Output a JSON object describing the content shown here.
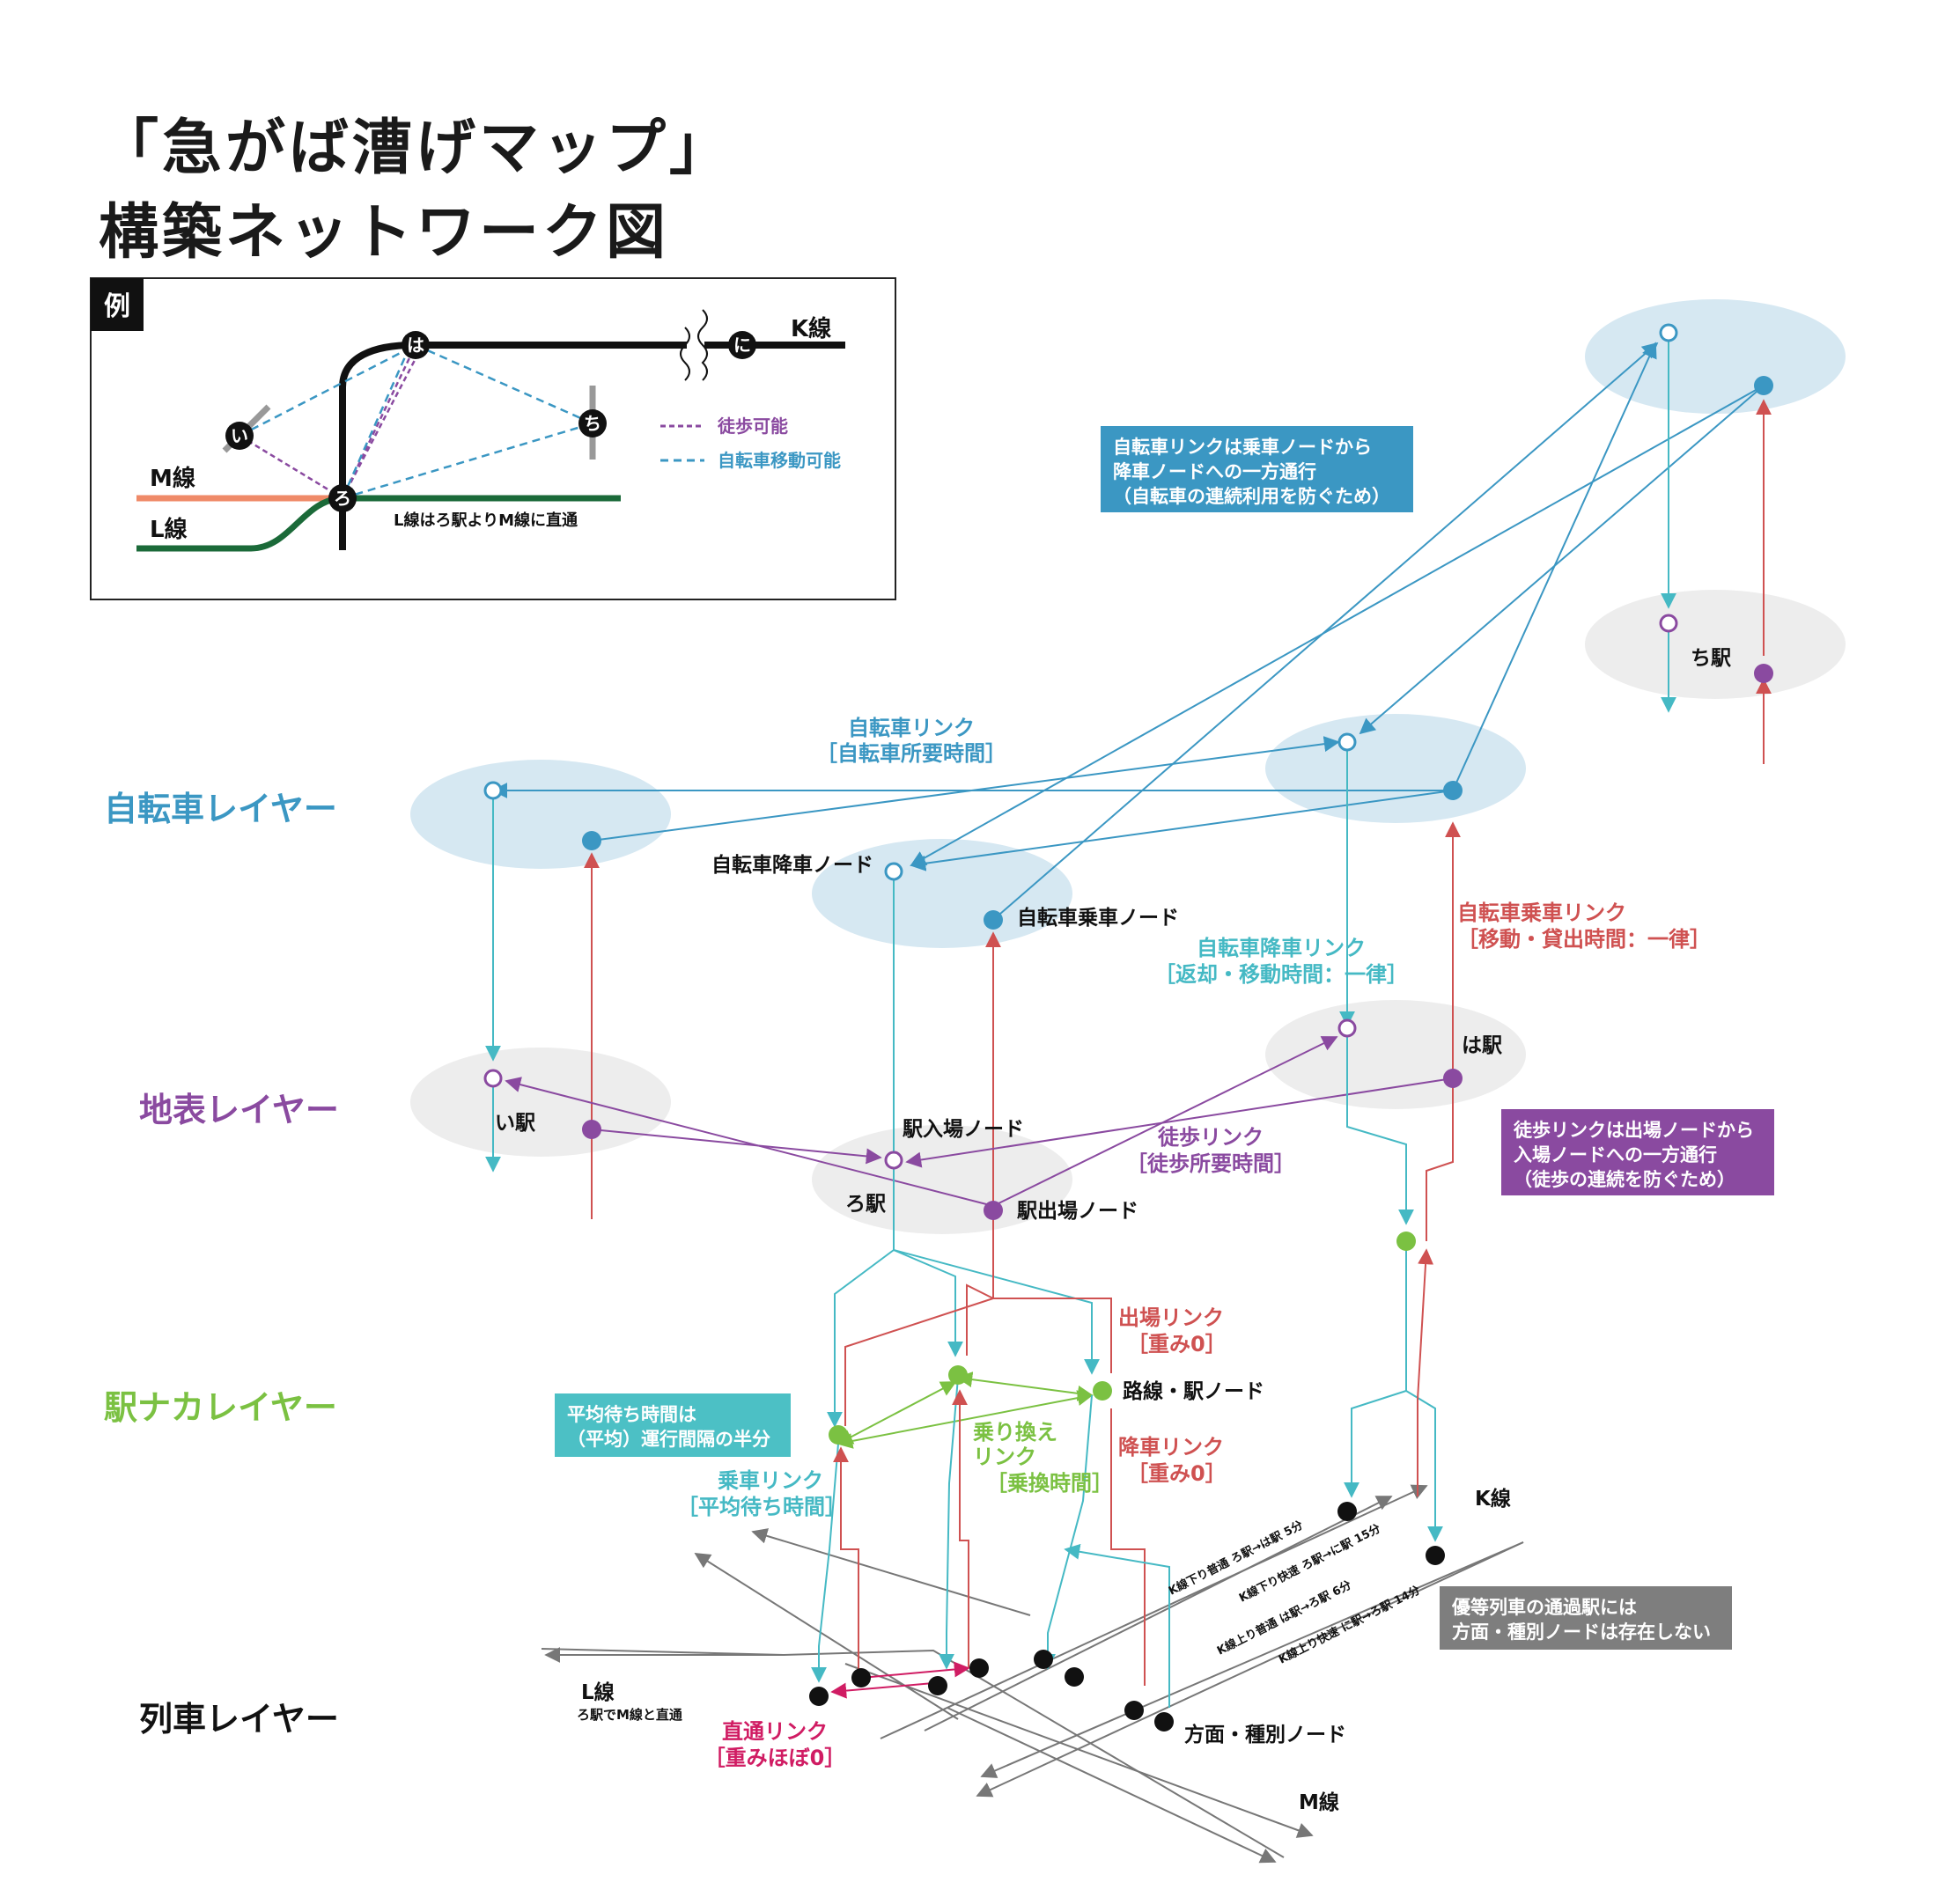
{
  "title": {
    "line1": "「急がば漕げマップ」",
    "line2": "構築ネットワーク図"
  },
  "legend": {
    "tag": "例",
    "line_k": "K線",
    "line_m": "M線",
    "line_l": "L線",
    "direct_note": "L線はろ駅よりM線に直通",
    "walk": "徒歩可能",
    "bike": "自転車移動可能",
    "stations": [
      "い",
      "ろ",
      "は",
      "ち",
      "に"
    ]
  },
  "layers": {
    "bike": "自転車レイヤー",
    "ground": "地表レイヤー",
    "station": "駅ナカレイヤー",
    "train": "列車レイヤー"
  },
  "notes": {
    "bike_oneway": [
      "自転車リンクは乗車ノードから",
      "降車ノードへの一方通行",
      "（自転車の連続利用を防ぐため）"
    ],
    "walk_oneway": [
      "徒歩リンクは出場ノードから",
      "入場ノードへの一方通行",
      "（徒歩の連続を防ぐため）"
    ],
    "wait": [
      "平均待ち時間は",
      "（平均）運行間隔の半分"
    ],
    "express": [
      "優等列車の通過駅には",
      "方面・種別ノードは存在しない"
    ]
  },
  "labels": {
    "bike_link": [
      "自転車リンク",
      "［自転車所要時間］"
    ],
    "bike_drop_node": "自転車降車ノード",
    "bike_ride_node": "自転車乗車ノード",
    "bike_drop_link": [
      "自転車降車リンク",
      "［返却・移動時間：一律］"
    ],
    "bike_ride_link": [
      "自転車乗車リンク",
      "［移動・貸出時間：一律］"
    ],
    "station_i": "い駅",
    "station_ro": "ろ駅",
    "station_ha": "は駅",
    "station_chi": "ち駅",
    "entry_node": "駅入場ノード",
    "exit_node": "駅出場ノード",
    "walk_link": [
      "徒歩リンク",
      "［徒歩所要時間］"
    ],
    "exit_link": [
      "出場リンク",
      "［重み0］"
    ],
    "route_node": "路線・駅ノード",
    "transfer_link": [
      "乗り換え",
      "リンク",
      "［乗換時間］"
    ],
    "alight_link": [
      "降車リンク",
      "［重み0］"
    ],
    "board_link": [
      "乗車リンク",
      "［平均待ち時間］"
    ],
    "direct_link": [
      "直通リンク",
      "［重みほぼ0］"
    ],
    "dir_node": "方面・種別ノード",
    "k_line": "K線",
    "m_line": "M線",
    "l_line": "L線",
    "l_line_sub": "ろ駅でM線と直通",
    "train_k_down_local": "K線下り普通 ろ駅→は駅 5分",
    "train_k_down_rapid": "K線下り快速 ろ駅→に駅 15分",
    "train_k_up_local": "K線上り普通 は駅→ろ駅 6分",
    "train_k_up_rapid": "K線上り快速 に駅→ろ駅 14分"
  },
  "colors": {
    "bike": "#3b97c3",
    "bike_fill": "#d6e8f2",
    "ground_fill": "#ededed",
    "walk": "#8a4aa0",
    "alight": "#45b9c4",
    "board": "#cf5151",
    "station": "#7bc142",
    "direct": "#d01c63",
    "train": "#777777",
    "k_line": "#111111",
    "m_line": "#ef8a68",
    "l_line": "#1b6a39",
    "note_bike": "#3b97c3",
    "note_walk": "#8a4aa0",
    "note_wait": "#4cc0c5",
    "note_express": "#7e7e7e"
  }
}
